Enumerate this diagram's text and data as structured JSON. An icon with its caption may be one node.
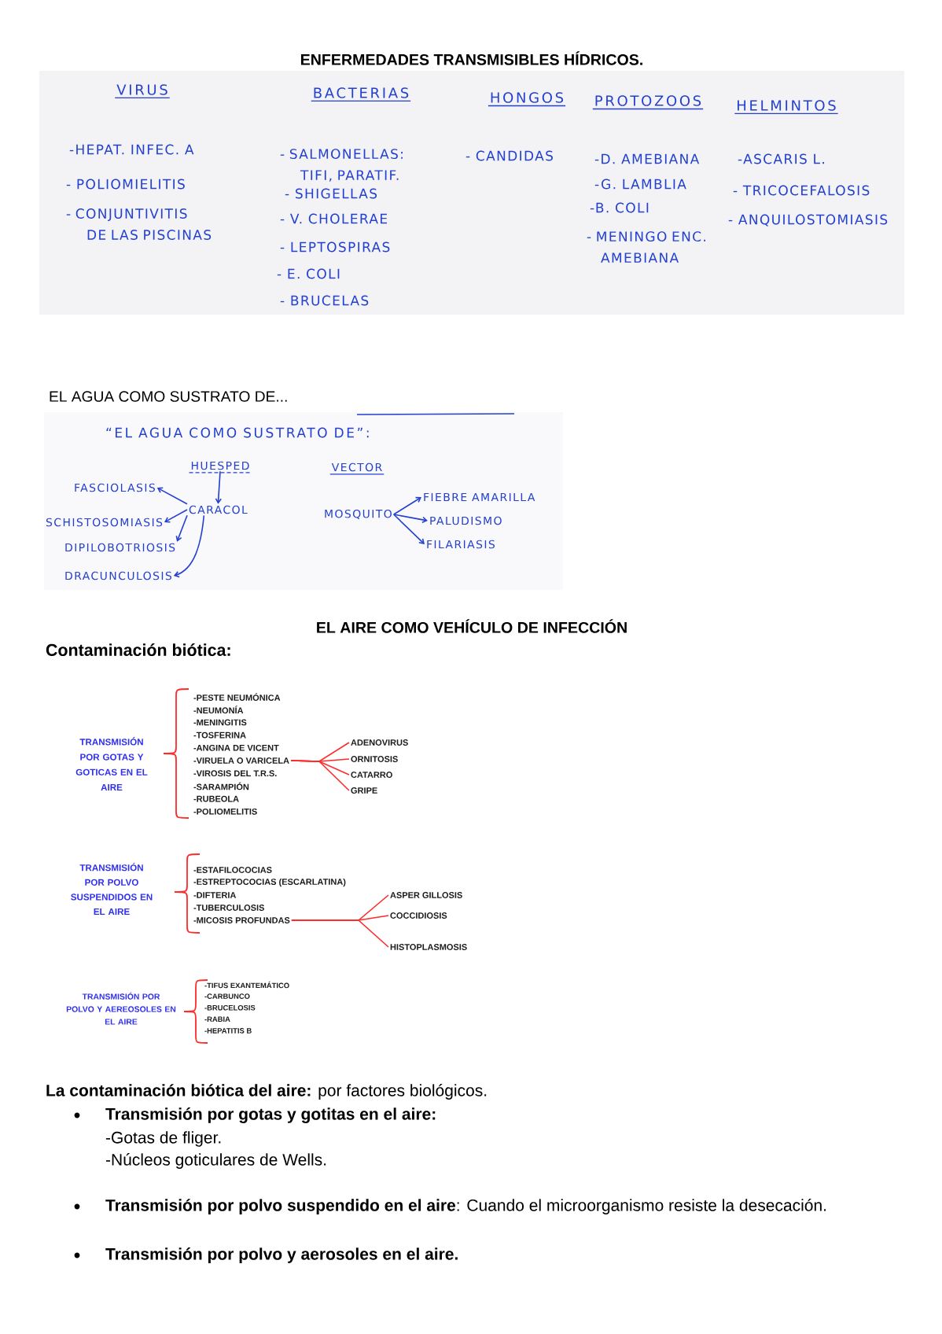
{
  "diagram": {
    "title": "ENFERMEDADES TRANSMISIBLES HÍDRICOS.",
    "nodes": [
      {
        "text": [
          "HUESPED"
        ]
      },
      {
        "text": [
          "CARACOL"
        ]
      },
      {
        "text": [
          "FASCIOLASIS"
        ]
      },
      {
        "text": [
          "SCHISTOSOMIASIS"
        ]
      },
      {
        "text": [
          "DIPILOBOTRIOSIS"
        ]
      },
      {
        "text": [
          "DRACUNCULOSIS"
        ]
      },
      {
        "text": [
          "MOSQUITO"
        ]
      },
      {
        "text": [
          "FIEBRE AMARILLA"
        ]
      },
      {
        "text": [
          "PALUDISMO"
        ]
      },
      {
        "text": [
          "FILARIASIS"
        ]
      },
      {
        "text": [
          "-VIRUELA O VARICELA"
        ]
      },
      {
        "text": [
          "ADENOVIRUS"
        ]
      },
      {
        "text": [
          "ORNITOSIS"
        ]
      },
      {
        "text": [
          "CATARRO"
        ]
      },
      {
        "text": [
          "GRIPE"
        ]
      },
      {
        "text": [
          "-MICOSIS PROFUNDAS"
        ]
      },
      {
        "text": [
          "ASPER GILLOSIS"
        ]
      },
      {
        "text": [
          "COCCIDIOSIS"
        ]
      },
      {
        "text": [
          "HISTOPLASMOSIS"
        ]
      }
    ],
    "edges": [
      {
        "from": 0,
        "to": 1,
        "arrow": "to"
      },
      {
        "from": 1,
        "to": 2,
        "arrow": "to"
      },
      {
        "from": 1,
        "to": 3,
        "arrow": "to"
      },
      {
        "from": 1,
        "to": 4,
        "arrow": "to"
      },
      {
        "from": 1,
        "to": 5,
        "arrow": "to"
      },
      {
        "from": 6,
        "to": 7,
        "arrow": "to"
      },
      {
        "from": 6,
        "to": 8,
        "arrow": "to"
      },
      {
        "from": 6,
        "to": 9,
        "arrow": "to"
      },
      {
        "from": 10,
        "to": 11,
        "arrow": "none",
        "color": "#ff2a2a"
      },
      {
        "from": 10,
        "to": 12,
        "arrow": "none",
        "color": "#ff2a2a"
      },
      {
        "from": 10,
        "to": 13,
        "arrow": "none",
        "color": "#ff2a2a"
      },
      {
        "from": 10,
        "to": 14,
        "arrow": "none",
        "color": "#ff2a2a"
      },
      {
        "from": 15,
        "to": 16,
        "arrow": "none",
        "color": "#ff2a2a"
      },
      {
        "from": 15,
        "to": 17,
        "arrow": "none",
        "color": "#ff2a2a"
      },
      {
        "from": 15,
        "to": 18,
        "arrow": "none",
        "color": "#ff2a2a"
      }
    ],
    "labels": [
      "VIRUS",
      "BACTERIAS",
      "HONGOS",
      "PROTOZOOS",
      "HELMINTOS",
      "-HEPAT. INFEC. A",
      "- POLIOMIELITIS",
      "- CONJUNTIVITIS DE LAS PISCINAS",
      "- SALMONELLAS: TIFI, PARATIF.",
      "- SHIGELLAS",
      "- V. CHOLERAE",
      "- LEPTOSPIRAS",
      "- E. COLI",
      "- BRUCELAS",
      "- CANDIDAS",
      "-D. AMEBIANA",
      "-G. LAMBLIA",
      "-B. COLI",
      "- MENINGO ENC. AMEBIANA",
      "-ASCARIS L.",
      "- TRICOCEFALOSIS",
      "- ANQUILOSTOMIASIS",
      "EL AGUA COMO SUSTRATO DE...",
      "“EL AGUA COMO SUSTRATO DE”:",
      "VECTOR",
      "EL AIRE COMO VEHÍCULO DE INFECCIÓN",
      "Contaminación biótica:",
      "TRANSMISIÓN POR GOTAS Y GOTICAS EN EL AIRE",
      "-PESTE NEUMÓNICA",
      "-NEUMONÍA",
      "-MENINGITIS",
      "-TOSFERINA",
      "-ANGINA DE VICENT",
      "-VIROSIS DEL T.R.S.",
      "-SARAMPIÓN",
      "-RUBEOLA",
      "-POLIOMELITIS",
      "TRANSMISIÓN POR POLVO SUSPENDIDOS EN EL AIRE",
      "-ESTAFILOCOCIAS",
      "-ESTREPTOCOCIAS (ESCARLATINA)",
      "-DIFTERIA",
      "-TUBERCULOSIS",
      "TRANSMISIÓN POR POLVO Y AEREOSOLES EN EL AIRE",
      "-TIFUS EXANTEMÁTICO",
      "-CARBUNCO",
      "-BRUCELOSIS",
      "-RABIA",
      "-HEPATITIS B",
      "**La contaminación biótica del aire:** por factores biológicos.",
      "Transmisión por gotas y gotitas en el aire:",
      "-Gotas de fliger.",
      "-Núcleos goticulares de Wells.",
      "**Transmisión por polvo suspendido en el aire**: Cuando el microorganismo resiste la desecación.",
      "Transmisión por polvo y aerosoles en el aire."
    ]
  }
}
